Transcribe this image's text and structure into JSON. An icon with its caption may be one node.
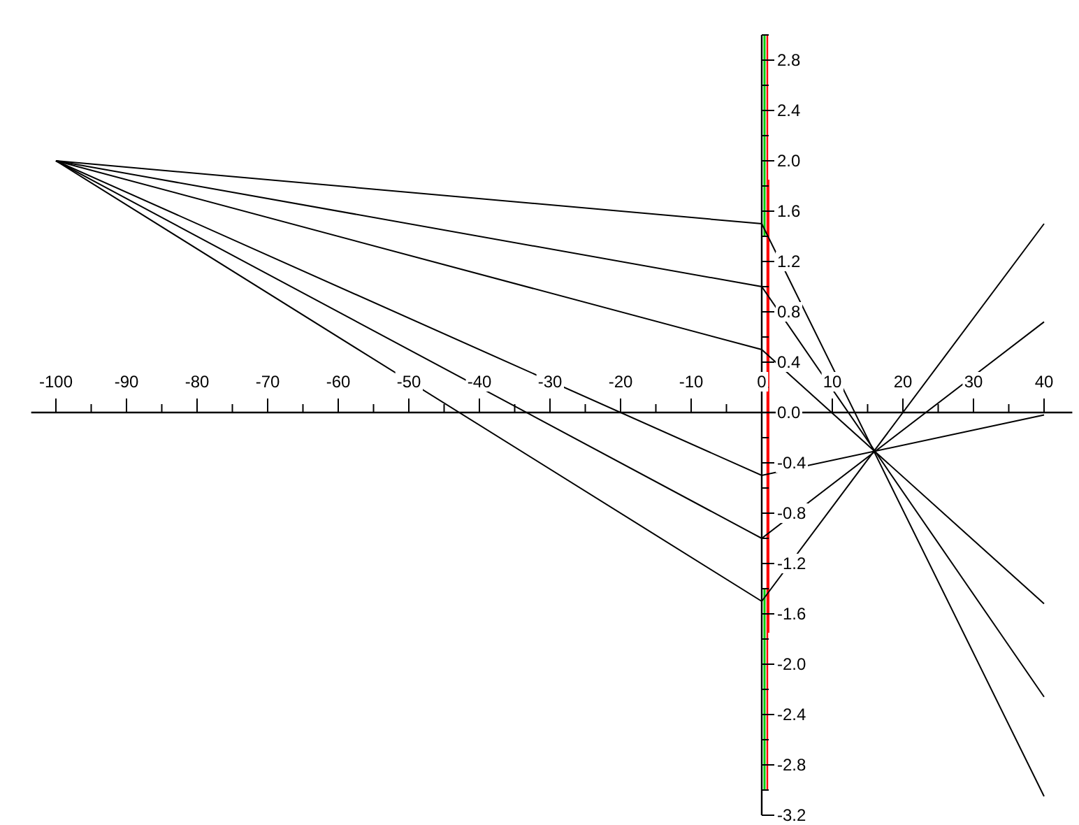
{
  "diagram": {
    "chart_data": {
      "type": "line",
      "x": [
        -100,
        0,
        40
      ],
      "series": [
        {
          "color": "#000000",
          "values": [
            2,
            1.5,
            -3.05
          ]
        },
        {
          "color": "#000000",
          "values": [
            2,
            1.0,
            -2.26
          ]
        },
        {
          "color": "#000000",
          "values": [
            2,
            0.5,
            -1.52
          ]
        },
        {
          "color": "#000000",
          "values": [
            2,
            -0.5,
            -0.02
          ]
        },
        {
          "color": "#000000",
          "values": [
            2,
            -1.0,
            0.72
          ]
        },
        {
          "color": "#000000",
          "values": [
            2,
            -1.5,
            1.5
          ]
        }
      ],
      "xlim": [
        -103.5,
        44
      ],
      "ylim": [
        -3.2,
        3
      ],
      "xticks": [
        -100,
        -90,
        -80,
        -70,
        -60,
        -50,
        -40,
        -30,
        -20,
        -10,
        0,
        10,
        20,
        30,
        40
      ],
      "yticks": [
        {
          "value": 2.8,
          "label": "2.8"
        },
        {
          "value": 2.4,
          "label": "2.4"
        },
        {
          "value": 2,
          "label": "2.0"
        },
        {
          "value": 1.6,
          "label": "1.6"
        },
        {
          "value": 1.2,
          "label": "1.2"
        },
        {
          "value": 0.8,
          "label": "0.8"
        },
        {
          "value": 0.4,
          "label": "0.4"
        },
        {
          "value": 0,
          "label": "0.0"
        },
        {
          "value": -0.4,
          "label": "-0.4"
        },
        {
          "value": -0.8,
          "label": "-0.8"
        },
        {
          "value": -1.2,
          "label": "-1.2"
        },
        {
          "value": -1.6,
          "label": "-1.6"
        },
        {
          "value": -2,
          "label": "-2.0"
        },
        {
          "value": -2.4,
          "label": "-2.4"
        },
        {
          "value": -2.8,
          "label": "-2.8"
        },
        {
          "value": -3.2,
          "label": "-3.2"
        }
      ]
    }
  }
}
